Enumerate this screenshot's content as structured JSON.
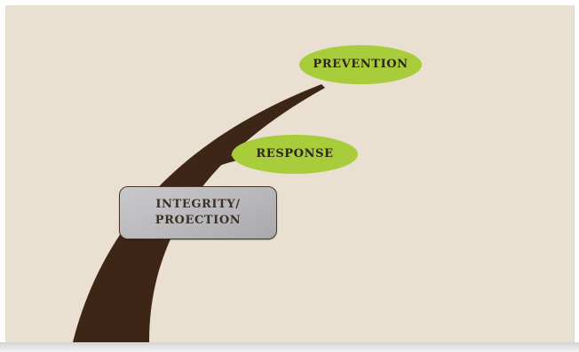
{
  "nodes": {
    "prevention": "PREVENTION",
    "response": "RESPONSE",
    "integrity_line1": "INTEGRITY/",
    "integrity_line2": "PROECTION"
  },
  "colors": {
    "background": "#e9e0d1",
    "trunk": "#3e2617",
    "leaf": "#a8cc3a",
    "box": "#bcbcbe"
  }
}
